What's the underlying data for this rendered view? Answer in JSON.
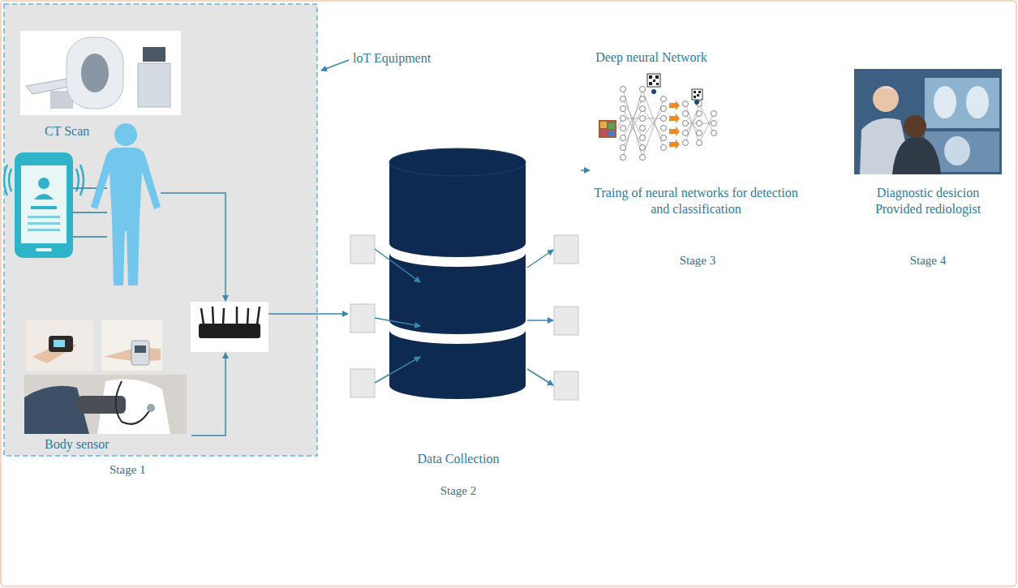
{
  "diagram": {
    "nodes": [
      {
        "text": [
          "Stage 1"
        ]
      },
      {
        "text": [
          "CT Scan"
        ],
        "in": 0
      },
      {
        "text": [
          "Body sensor"
        ],
        "in": 0
      },
      {
        "text": [
          "Data Collection",
          "Stage 2"
        ]
      },
      {
        "text": [
          "Deep neural Network",
          "Traing of neural networks for detection and classification",
          "Stage 3"
        ]
      },
      {
        "text": [
          "Diagnostic desicion Provided rediologist",
          "Stage 4"
        ]
      }
    ],
    "edges": [
      {
        "from": 0,
        "to": 3,
        "arrow": "to"
      },
      {
        "from": 3,
        "to": 4,
        "arrow": "to"
      }
    ],
    "labels": [
      "loT Equipment"
    ]
  }
}
